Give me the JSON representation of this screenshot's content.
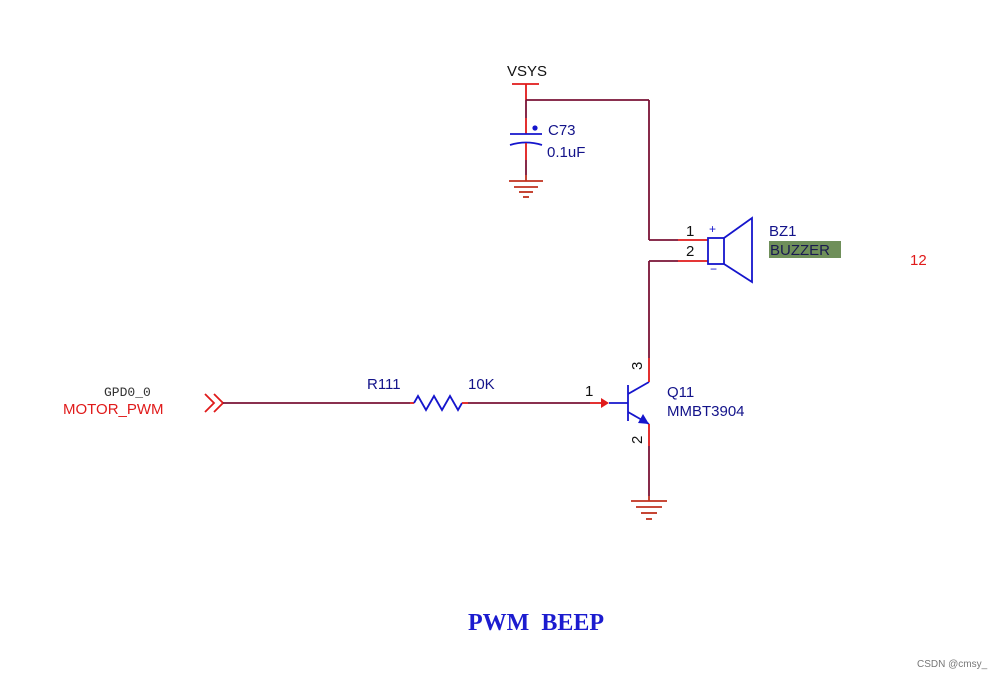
{
  "power": {
    "net_name": "VSYS"
  },
  "capacitor": {
    "ref": "C73",
    "value": "0.1uF"
  },
  "buzzer": {
    "ref": "BZ1",
    "value": "BUZZER",
    "pin1": "1",
    "pin2": "2",
    "plus_mark": "+",
    "minus_mark": "−",
    "value_highlight_color": "#6f8f5a"
  },
  "side_note": "12",
  "resistor": {
    "ref": "R111",
    "value": "10K"
  },
  "input_port": {
    "net_name": "GPD0_0",
    "signal_name": "MOTOR_PWM"
  },
  "transistor": {
    "ref": "Q11",
    "part": "MMBT3904",
    "pin_base": "1",
    "pin_collector": "3",
    "pin_emitter": "2"
  },
  "block_title": "PWM  BEEP",
  "watermark": "CSDN @cmsy_",
  "colors": {
    "wire": "#7a1236",
    "pin": "#e01a1a",
    "symbol": "#1515cc",
    "label_blue": "#13138a"
  },
  "icons": {
    "power_port": "power-port-icon",
    "ground": "ground-icon",
    "input_port": "double-chevron-input-icon",
    "capacitor": "capacitor-icon",
    "resistor": "resistor-icon",
    "transistor": "npn-transistor-icon",
    "buzzer": "buzzer-speaker-icon"
  }
}
